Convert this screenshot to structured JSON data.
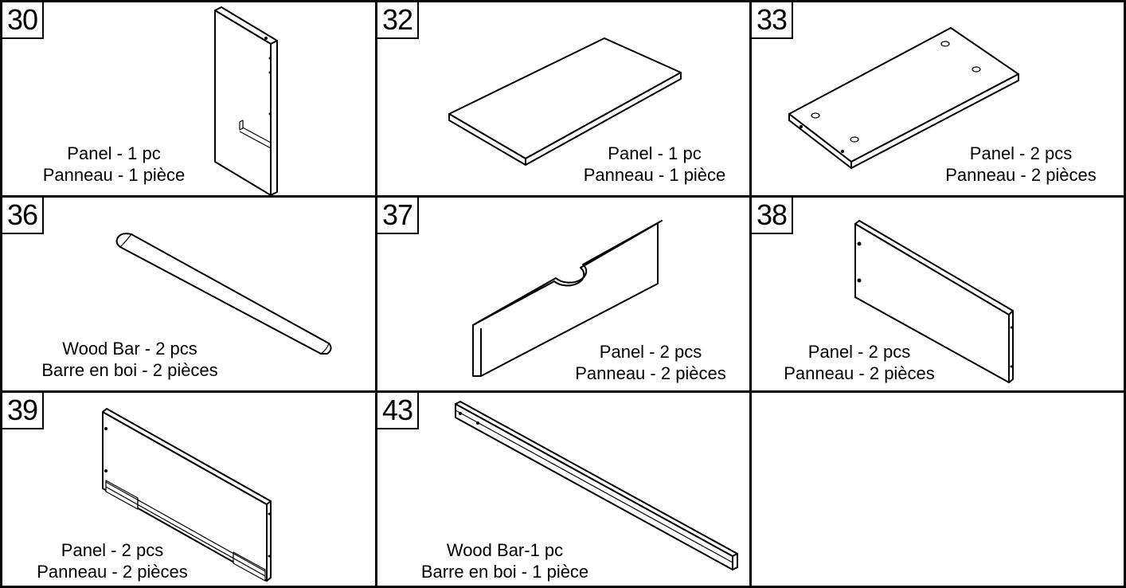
{
  "parts": [
    {
      "number": "30",
      "line1": "Panel - 1 pc",
      "line2": "Panneau - 1 pièce"
    },
    {
      "number": "32",
      "line1": "Panel - 1 pc",
      "line2": "Panneau - 1 pièce"
    },
    {
      "number": "33",
      "line1": "Panel - 2 pcs",
      "line2": "Panneau - 2 pièces"
    },
    {
      "number": "36",
      "line1": "Wood Bar - 2 pcs",
      "line2": "Barre en boi - 2 pièces"
    },
    {
      "number": "37",
      "line1": "Panel - 2 pcs",
      "line2": "Panneau - 2 pièces"
    },
    {
      "number": "38",
      "line1": "Panel - 2 pcs",
      "line2": "Panneau - 2 pièces"
    },
    {
      "number": "39",
      "line1": "Panel - 2 pcs",
      "line2": "Panneau - 2 pièces"
    },
    {
      "number": "43",
      "line1": "Wood Bar-1 pc",
      "line2": "Barre en boi - 1 pièce"
    }
  ]
}
